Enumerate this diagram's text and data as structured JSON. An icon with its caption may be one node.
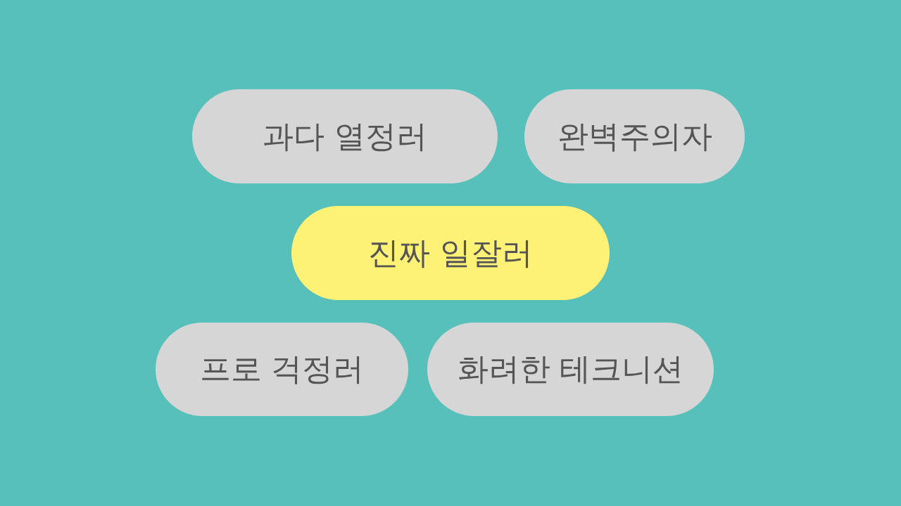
{
  "diagram": {
    "nodes": [
      {
        "text": [
          "과다 열정러"
        ]
      },
      {
        "text": [
          "완벽주의자"
        ]
      },
      {
        "text": [
          "진짜 일잘러"
        ]
      },
      {
        "text": [
          "프로 걱정러"
        ]
      },
      {
        "text": [
          "화려한 테크니션"
        ]
      }
    ]
  }
}
